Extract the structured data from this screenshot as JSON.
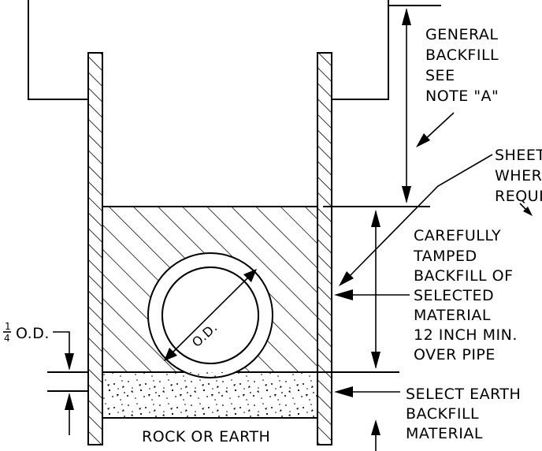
{
  "labels": {
    "general_backfill": [
      "GENERAL",
      "BACKFILL",
      "SEE",
      "NOTE \"A\""
    ],
    "sheeting": [
      "SHEETING",
      "WHERE",
      "REQUIRED"
    ],
    "tamped": [
      "CAREFULLY",
      "TAMPED",
      "BACKFILL OF",
      "SELECTED",
      "MATERIAL",
      "12 INCH MIN.",
      "OVER PIPE"
    ],
    "select_earth": [
      "SELECT EARTH",
      "BACKFILL",
      "MATERIAL"
    ],
    "rock_or_earth": "ROCK OR EARTH",
    "quarter_od_fraction": {
      "num": "1",
      "den": "4"
    },
    "quarter_od_text": "O.D.",
    "od": "O.D."
  }
}
